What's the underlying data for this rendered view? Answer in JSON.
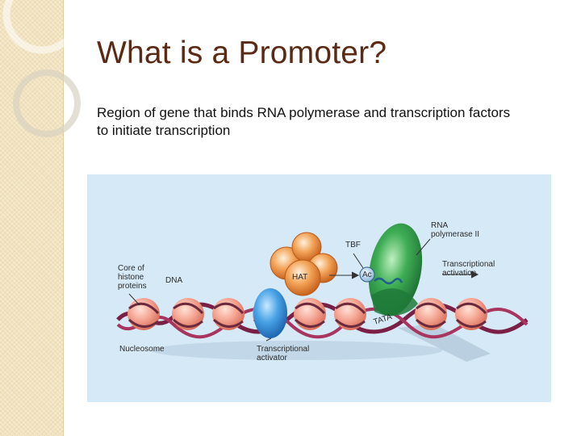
{
  "slide": {
    "title": "What is a Promoter?",
    "body": "Region of gene that binds RNA polymerase and transcription factors to initiate transcription"
  },
  "figure": {
    "labels": {
      "core_histone": [
        "Core of",
        "histone",
        "proteins"
      ],
      "dna": "DNA",
      "hat": "HAT",
      "tbf": "TBF",
      "ac": "Ac",
      "rna_pol": [
        "RNA",
        "polymerase II"
      ],
      "tx_activation": [
        "Transcriptional",
        "activation"
      ],
      "tata": "TATA",
      "nucleosome": "Nucleosome",
      "tx_activator": [
        "Transcriptional",
        "activator"
      ]
    }
  },
  "colors": {
    "title": "#5a2a14",
    "sidebar": "#f1e3bf",
    "figure_bg": "#d6e9f7",
    "nucleosome": "#f0a090",
    "dna": "#7a1f45",
    "polymerase": "#2e9a4a",
    "activator": "#3a8fd6",
    "hat": "#e8893a"
  }
}
